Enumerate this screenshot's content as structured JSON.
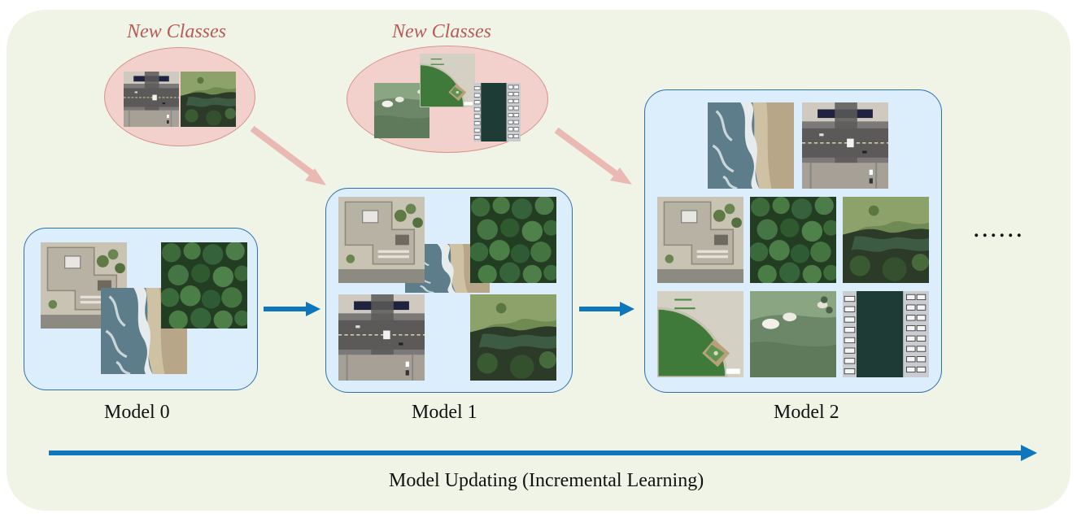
{
  "new_classes_label": "New Classes",
  "models": [
    {
      "label": "Model 0"
    },
    {
      "label": "Model 1"
    },
    {
      "label": "Model 2"
    }
  ],
  "ellipsis": "......",
  "timeline_label": "Model Updating (Incremental Learning)",
  "colors": {
    "background": "#f0f4e6",
    "panel_fill": "#dceefb",
    "panel_border": "#2e6fb3",
    "ellipse_fill": "#f2d0cb",
    "pink_arrow": "#eab9b4",
    "blue_arrow": "#0e76bd",
    "new_classes_text": "#b85a57"
  },
  "scene_icons": [
    "building-icon",
    "forest-icon",
    "beach-icon",
    "intersection-icon",
    "river-icon",
    "baseball-field-icon",
    "golf-course-icon",
    "harbor-icon"
  ]
}
